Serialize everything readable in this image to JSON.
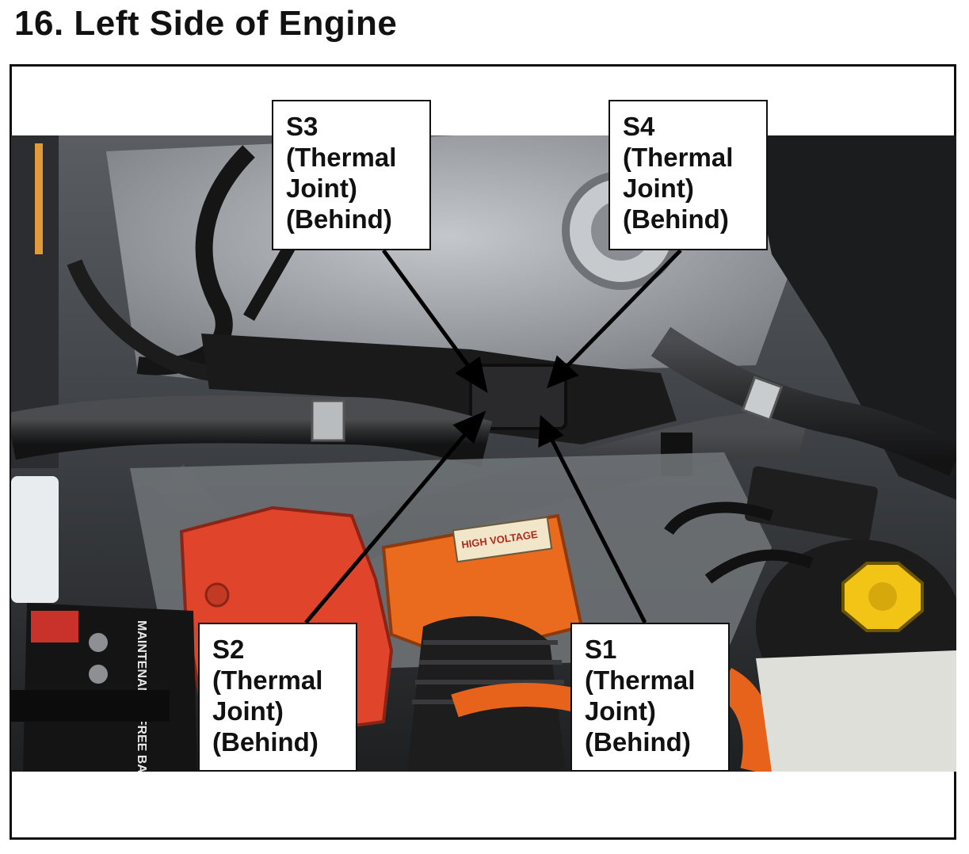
{
  "title": "16.  Left Side of Engine",
  "callouts": {
    "s3": {
      "id": "S3",
      "line1": "(Thermal",
      "line2": "Joint)",
      "line3": "(Behind)"
    },
    "s4": {
      "id": "S4",
      "line1": "(Thermal",
      "line2": "Joint)",
      "line3": "(Behind)"
    },
    "s2": {
      "id": "S2",
      "line1": "(Thermal",
      "line2": "Joint)",
      "line3": "(Behind)"
    },
    "s1": {
      "id": "S1",
      "line1": "(Thermal",
      "line2": "Joint)",
      "line3": "(Behind)"
    }
  },
  "photo": {
    "label_battery": "MAINTENANCE FREE BA",
    "label_hv": "HIGH VOLTAGE"
  },
  "colors": {
    "accent": "#e0452c",
    "cap": "#f2c416",
    "dark": "#222222"
  }
}
